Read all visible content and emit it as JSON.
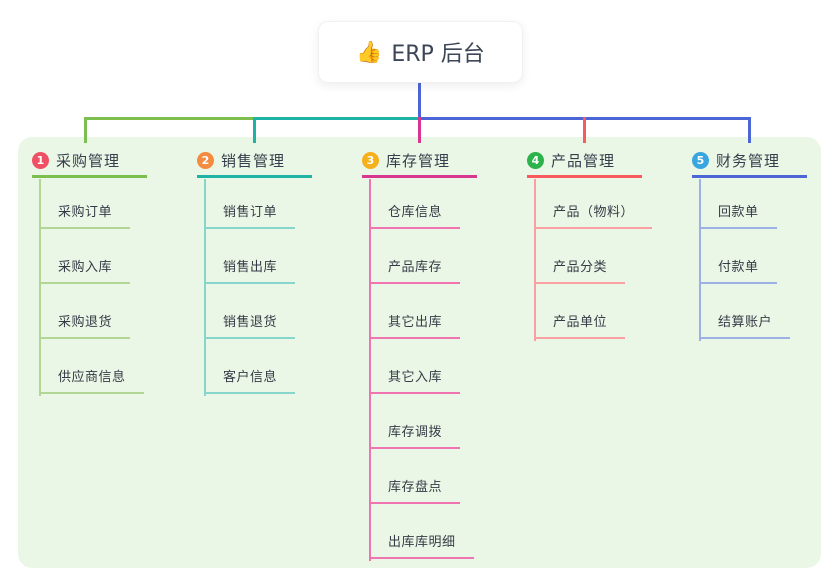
{
  "root": {
    "icon": "👍",
    "title": "ERP 后台"
  },
  "colors": {
    "connector_blue": "#4c66d6",
    "panel_green": "#ebf7e6",
    "text_dark": "#353e4a"
  },
  "branches": [
    {
      "number": "1",
      "label": "采购管理",
      "badge_color": "#f05063",
      "line_color": "#7dbf4f",
      "sub_line_color": "#b2d795",
      "items": [
        "采购订单",
        "采购入库",
        "采购退货",
        "供应商信息"
      ]
    },
    {
      "number": "2",
      "label": "销售管理",
      "badge_color": "#f58b3e",
      "line_color": "#1fb3a6",
      "sub_line_color": "#86d6cc",
      "items": [
        "销售订单",
        "销售出库",
        "销售退货",
        "客户信息"
      ]
    },
    {
      "number": "3",
      "label": "库存管理",
      "badge_color": "#f5b01c",
      "line_color": "#d9368f",
      "sub_line_color": "#ef74b1",
      "items": [
        "仓库信息",
        "产品库存",
        "其它出库",
        "其它入库",
        "库存调拨",
        "库存盘点",
        "出库库明细"
      ]
    },
    {
      "number": "4",
      "label": "产品管理",
      "badge_color": "#2cb34c",
      "line_color": "#f85a60",
      "sub_line_color": "#fa9fa2",
      "items": [
        "产品（物料）",
        "产品分类",
        "产品单位"
      ]
    },
    {
      "number": "5",
      "label": "财务管理",
      "badge_color": "#39a6e0",
      "line_color": "#4c66d6",
      "sub_line_color": "#9db1e6",
      "items": [
        "回款单",
        "付款单",
        "结算账户"
      ]
    }
  ]
}
